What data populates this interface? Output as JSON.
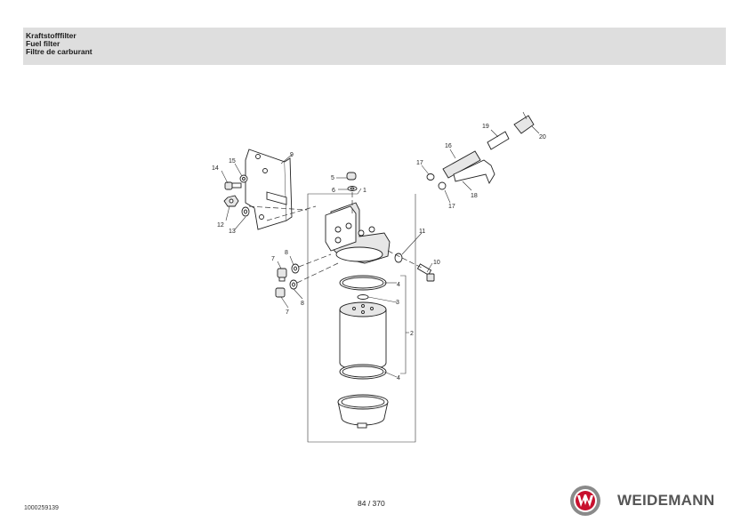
{
  "header": {
    "title_de": "Kraftstofffilter",
    "title_en": "Fuel filter",
    "title_fr": "Filtre de carburant"
  },
  "footer": {
    "doc_number": "1000259139",
    "page_indicator": "84 / 370",
    "brand": "WEIDEMANN"
  },
  "diagram": {
    "callouts": [
      "1",
      "2",
      "3",
      "4",
      "4",
      "5",
      "6",
      "7",
      "7",
      "8",
      "8",
      "9",
      "10",
      "11",
      "12",
      "13",
      "14",
      "15",
      "16",
      "17",
      "17",
      "18",
      "19",
      "20"
    ]
  }
}
